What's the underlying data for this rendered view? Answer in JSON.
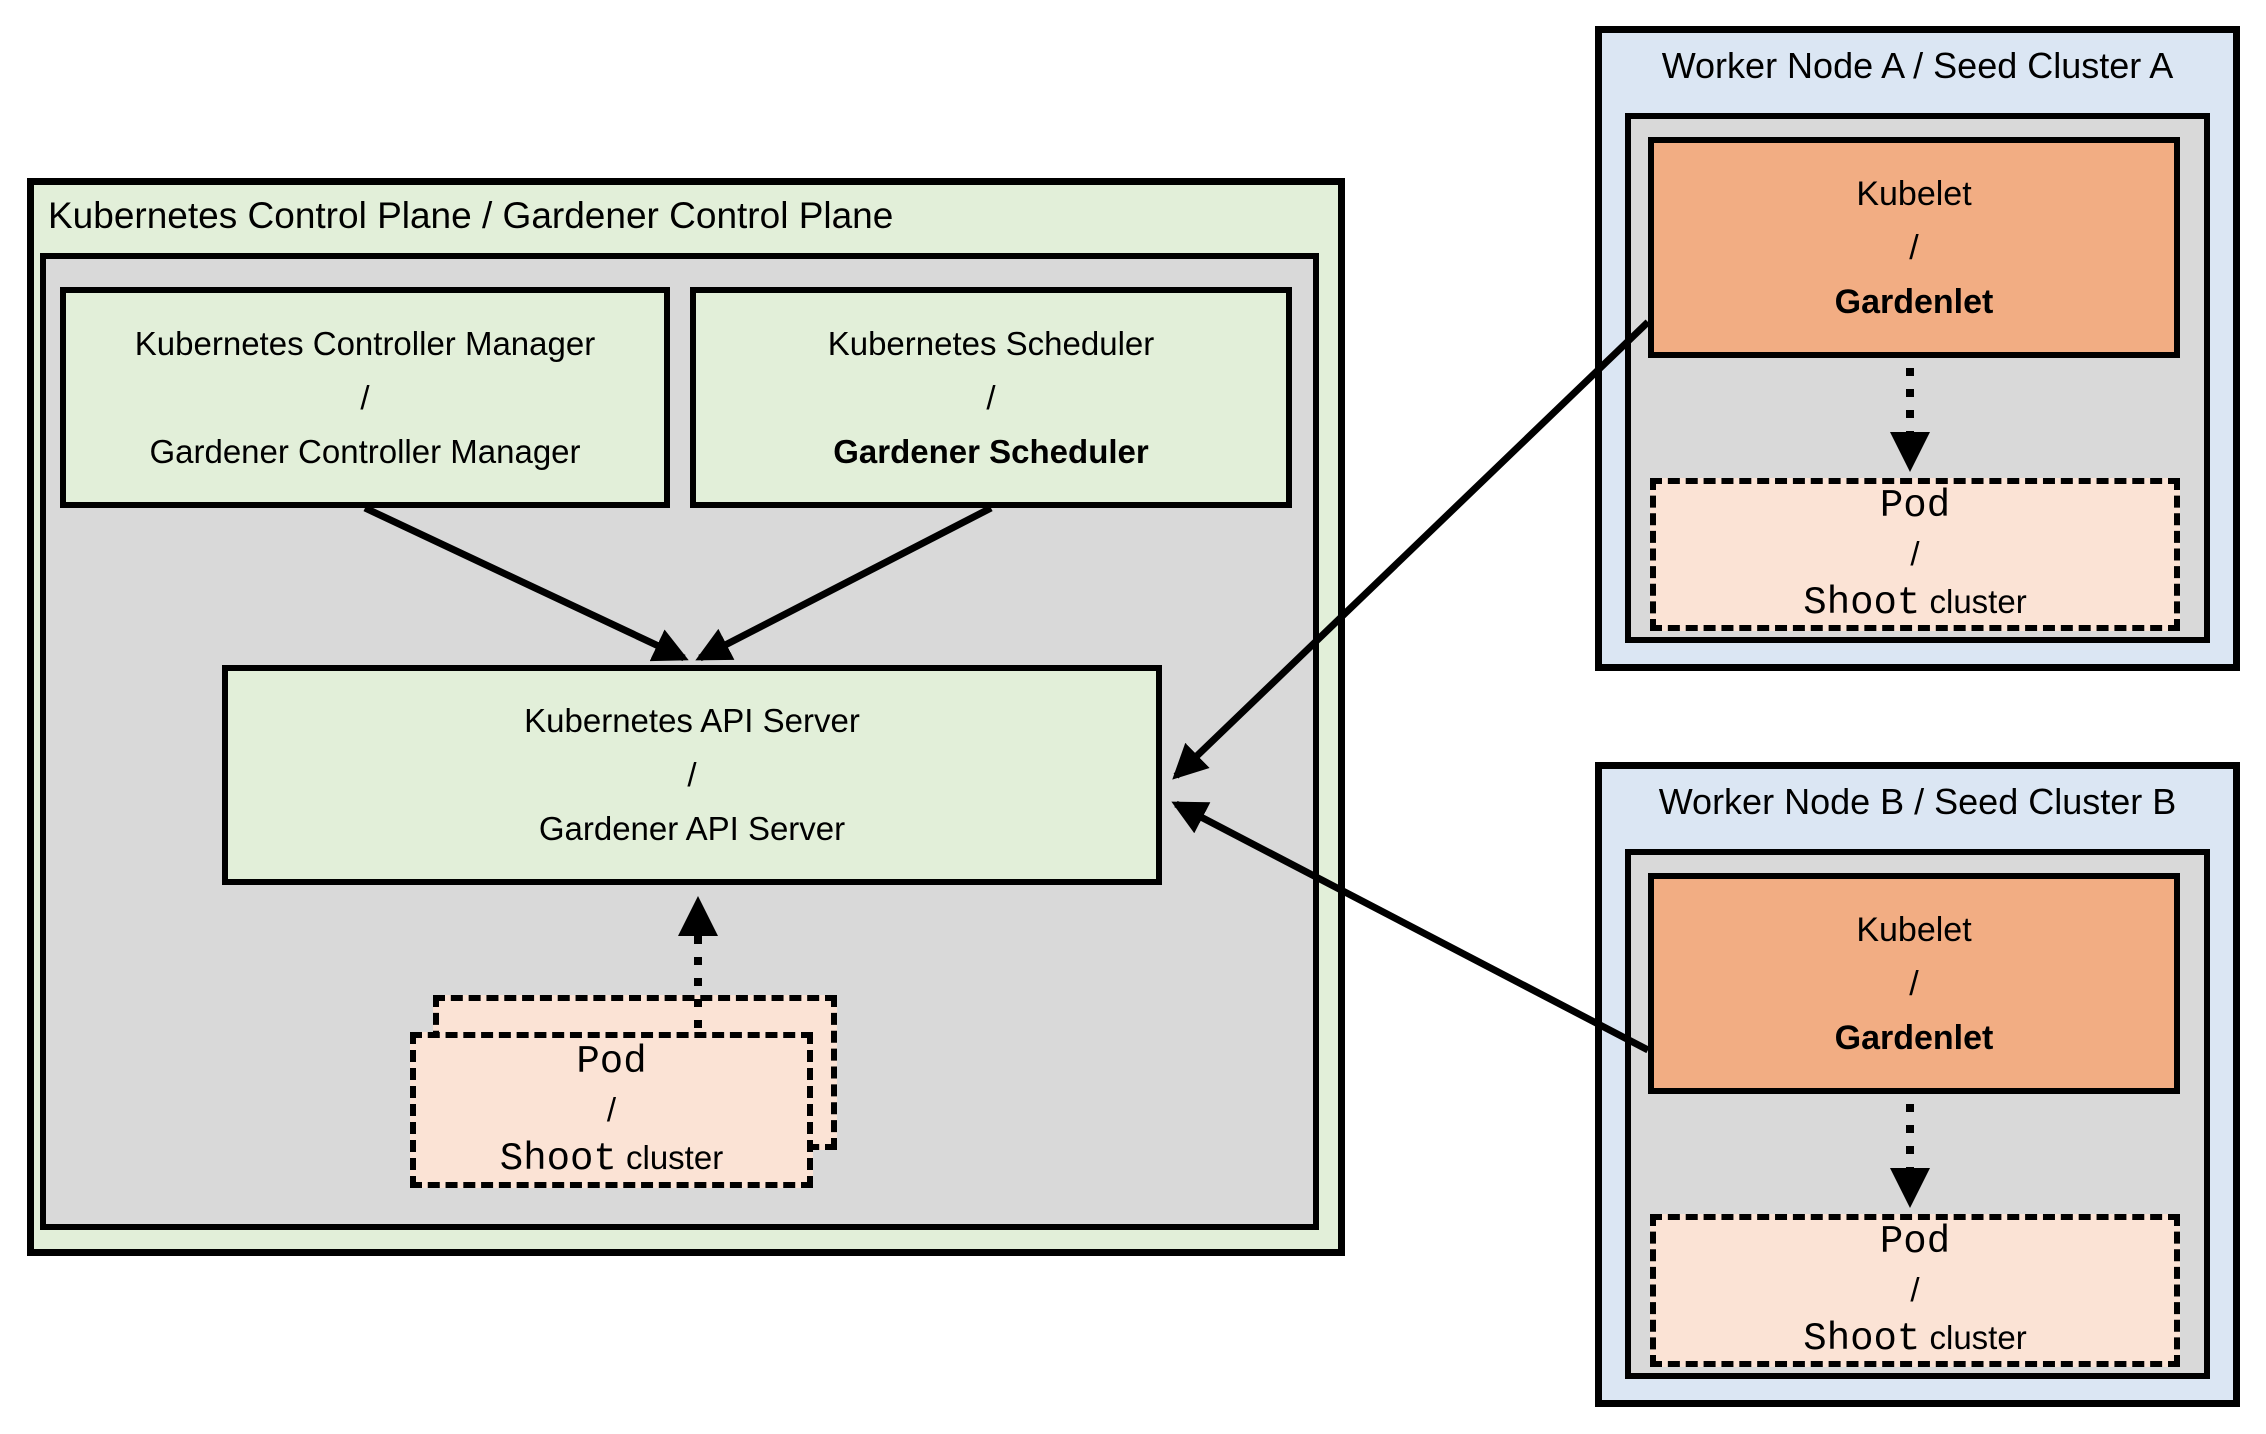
{
  "diagram_type": "kubernetes-gardener-architecture",
  "colors": {
    "green_fill": "#e2efd9",
    "gray_fill": "#d9d9d9",
    "blue_fill": "#dbe6f3",
    "orange_fill": "#f2ad83",
    "peach_fill": "#fbe3d5",
    "line_color": "#000000"
  },
  "control_plane": {
    "title": "Kubernetes Control Plane / Gardener Control Plane",
    "controller_manager": {
      "line1": "Kubernetes Controller Manager",
      "separator": "/",
      "line2": "Gardener Controller Manager"
    },
    "scheduler": {
      "line1": "Kubernetes Scheduler",
      "separator": "/",
      "line2": "Gardener Scheduler"
    },
    "api_server": {
      "line1": "Kubernetes API Server",
      "separator": "/",
      "line2": "Gardener API Server"
    },
    "pod_stack": {
      "line1": "Pod",
      "separator": "/",
      "line2_mono": "Shoot",
      "line2_sans": "cluster"
    }
  },
  "worker_node_a": {
    "title": "Worker Node A / Seed Cluster A",
    "kubelet": {
      "line1": "Kubelet",
      "separator": "/",
      "line2": "Gardenlet"
    },
    "pod": {
      "line1": "Pod",
      "separator": "/",
      "line2_mono": "Shoot",
      "line2_sans": "cluster"
    }
  },
  "worker_node_b": {
    "title": "Worker Node B / Seed Cluster B",
    "kubelet": {
      "line1": "Kubelet",
      "separator": "/",
      "line2": "Gardenlet"
    },
    "pod": {
      "line1": "Pod",
      "separator": "/",
      "line2_mono": "Shoot",
      "line2_sans": "cluster"
    }
  }
}
